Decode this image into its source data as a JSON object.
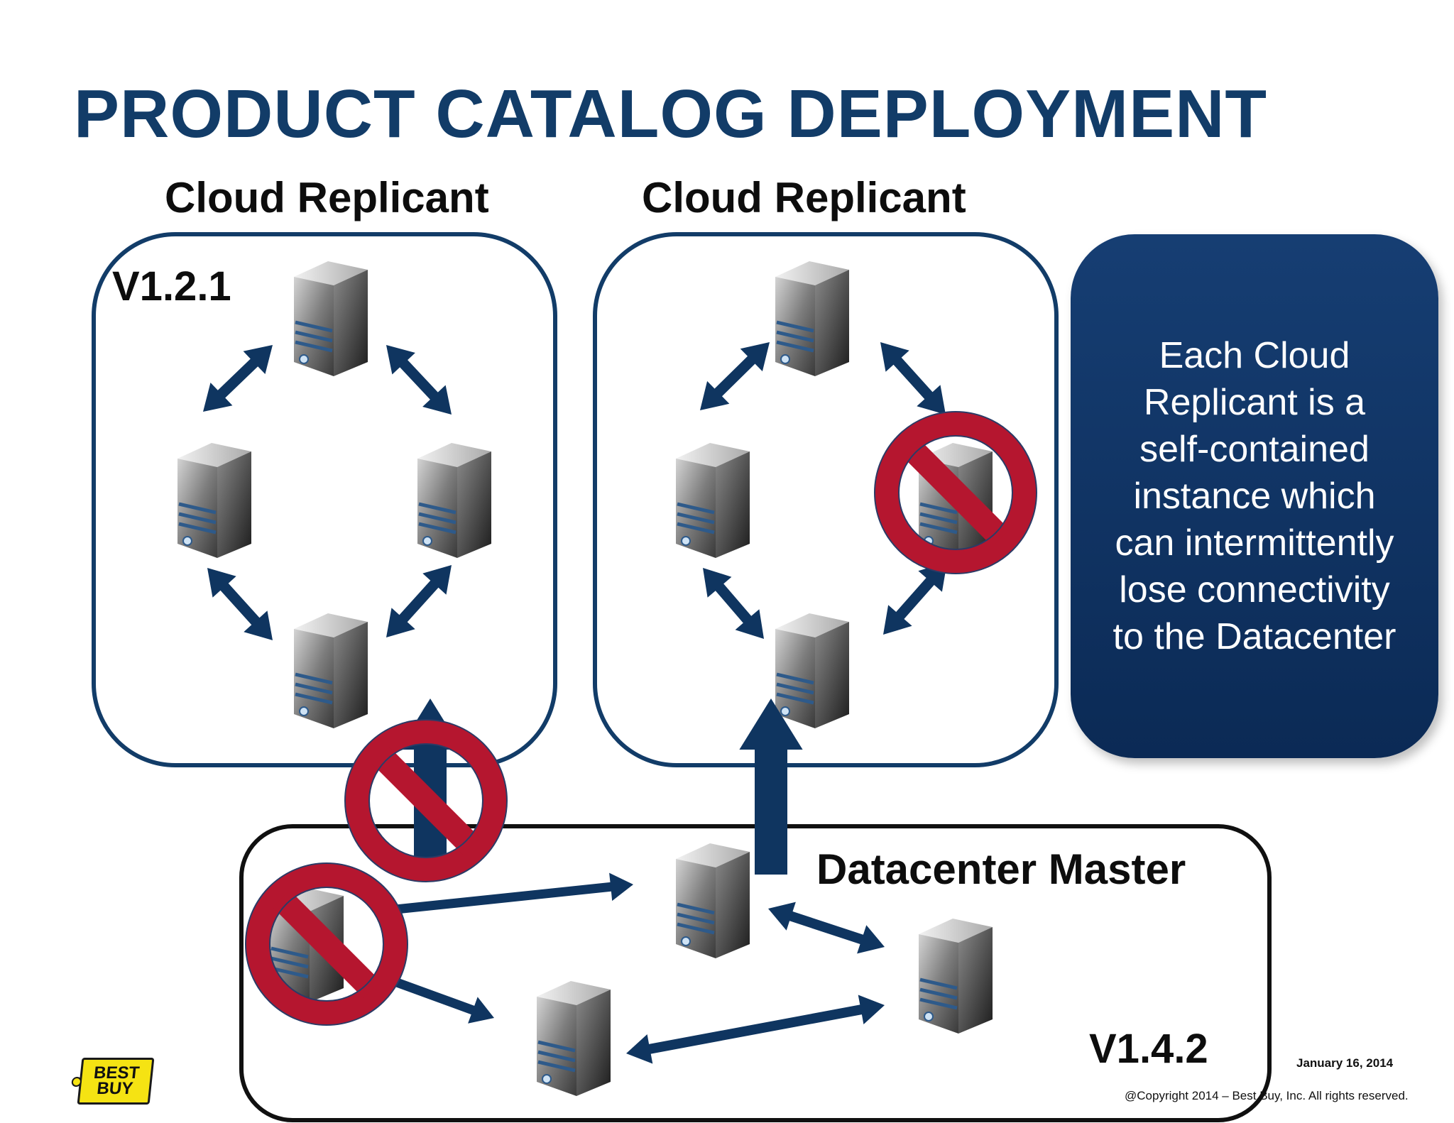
{
  "title": "PRODUCT CATALOG DEPLOYMENT",
  "replica_left": {
    "heading": "Cloud Replicant",
    "version": "V1.2.1"
  },
  "replica_right": {
    "heading": "Cloud Replicant"
  },
  "datacenter": {
    "heading": "Datacenter Master",
    "version": "V1.4.2"
  },
  "callout": "Each Cloud\nReplicant is a\nself-contained\ninstance which\ncan intermittently\nlose connectivity\nto the Datacenter",
  "footer": {
    "date": "January 16, 2014",
    "copyright": "@Copyright 2014 – Best Buy, Inc.  All rights reserved."
  },
  "logo": {
    "line1": "BEST",
    "line2": "BUY"
  },
  "colors": {
    "navy": "#123c68",
    "arrow": "#0f3560",
    "no_symbol": "#b5162f",
    "callout_bg": "#12386a",
    "logo_yellow": "#f5e313"
  },
  "icons": [
    "server-icon",
    "bidirectional-arrow-icon",
    "up-arrow-icon",
    "no-symbol-icon"
  ]
}
